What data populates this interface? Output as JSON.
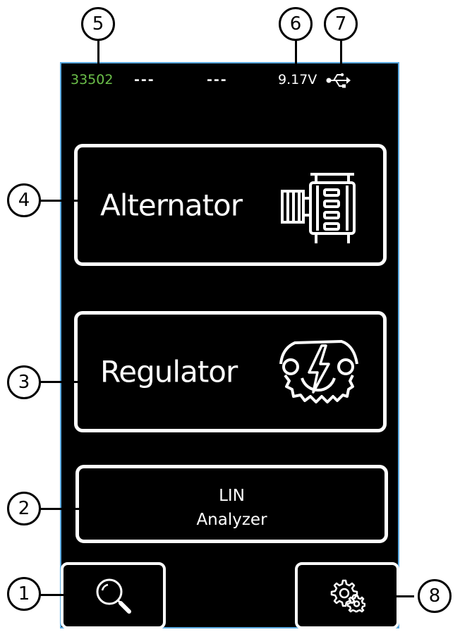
{
  "status_bar": {
    "serial": "33502",
    "field_a": "---",
    "field_b": "---",
    "voltage": "9.17V",
    "usb_icon": "usb-icon"
  },
  "menu": {
    "alternator_label": "Alternator",
    "alternator_icon": "alternator-icon",
    "regulator_label": "Regulator",
    "regulator_icon": "regulator-icon",
    "lin_line1": "LIN",
    "lin_line2": "Analyzer"
  },
  "bottom_bar": {
    "search_icon": "search-icon",
    "settings_icon": "gears-icon"
  },
  "callouts": [
    "1",
    "2",
    "3",
    "4",
    "5",
    "6",
    "7",
    "8"
  ],
  "colors": {
    "screen_background": "#000000",
    "serial_text": "#6cc04a",
    "screen_border": "#5aa9e0"
  }
}
